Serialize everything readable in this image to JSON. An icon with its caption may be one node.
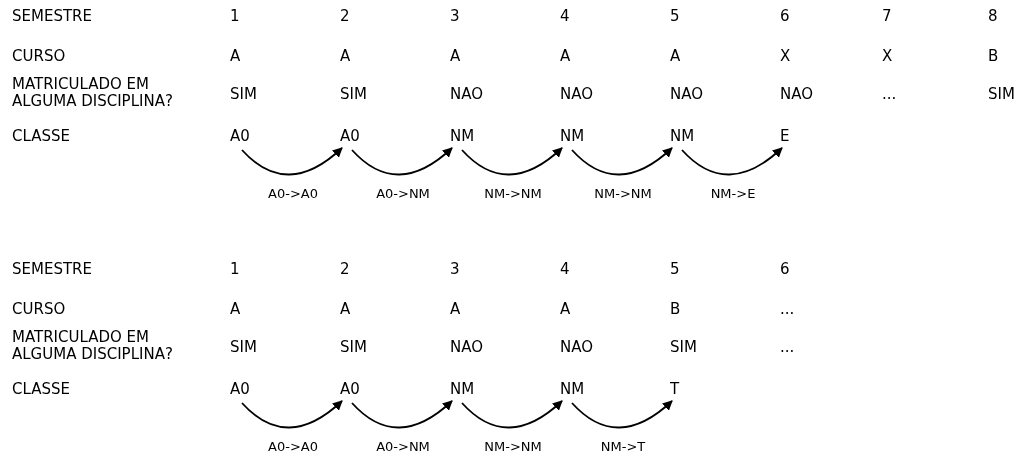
{
  "diagram": {
    "nodes": [
      {
        "text": [
          "A0"
        ]
      },
      {
        "text": [
          "A0"
        ]
      },
      {
        "text": [
          "NM"
        ]
      },
      {
        "text": [
          "NM"
        ]
      },
      {
        "text": [
          "NM"
        ]
      },
      {
        "text": [
          "E"
        ]
      },
      {
        "text": [
          "A0"
        ]
      },
      {
        "text": [
          "A0"
        ]
      },
      {
        "text": [
          "NM"
        ]
      },
      {
        "text": [
          "NM"
        ]
      },
      {
        "text": [
          "T"
        ]
      }
    ],
    "edges": [
      {
        "from": 0,
        "to": 1,
        "arrow": "to",
        "label": "A0->A0"
      },
      {
        "from": 1,
        "to": 2,
        "arrow": "to",
        "label": "A0->NM"
      },
      {
        "from": 2,
        "to": 3,
        "arrow": "to",
        "label": "NM->NM"
      },
      {
        "from": 3,
        "to": 4,
        "arrow": "to",
        "label": "NM->NM"
      },
      {
        "from": 4,
        "to": 5,
        "arrow": "to",
        "label": "NM->E"
      },
      {
        "from": 6,
        "to": 7,
        "arrow": "to",
        "label": "A0->A0"
      },
      {
        "from": 7,
        "to": 8,
        "arrow": "to",
        "label": "A0->NM"
      },
      {
        "from": 8,
        "to": 9,
        "arrow": "to",
        "label": "NM->NM"
      },
      {
        "from": 9,
        "to": 10,
        "arrow": "to",
        "label": "NM->T"
      }
    ],
    "labels": [
      "SEMESTRE",
      "1",
      "2",
      "3",
      "4",
      "5",
      "6",
      "7",
      "8",
      "CURSO",
      "A",
      "A",
      "A",
      "A",
      "A",
      "X",
      "X",
      "B",
      "MATRICULADO EM ALGUMA DISCIPLINA?",
      "SIM",
      "SIM",
      "NAO",
      "NAO",
      "NAO",
      "NAO",
      "...",
      "SIM",
      "CLASSE",
      "SEMESTRE",
      "1",
      "2",
      "3",
      "4",
      "5",
      "6",
      "CURSO",
      "A",
      "A",
      "A",
      "A",
      "B",
      "...",
      "MATRICULADO EM ALGUMA DISCIPLINA?",
      "SIM",
      "SIM",
      "NAO",
      "NAO",
      "SIM",
      "...",
      "CLASSE"
    ]
  }
}
